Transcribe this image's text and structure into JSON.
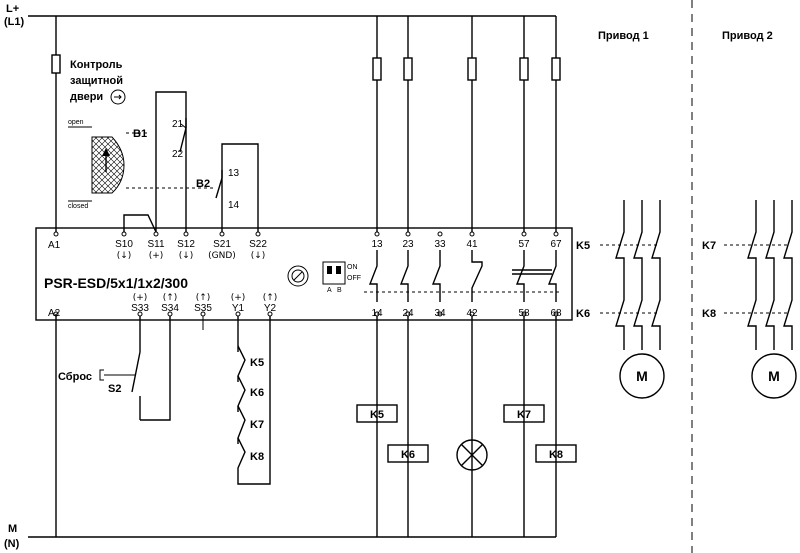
{
  "rails": {
    "top": "L+",
    "top_sub": "(L1)",
    "bottom": "M",
    "bottom_sub": "(N)"
  },
  "drives": {
    "drive1": "Привод 1",
    "drive2": "Привод 2"
  },
  "door": {
    "line1": "Контроль",
    "line2": "защитной",
    "line3": "двери",
    "open": "open",
    "closed": "closed"
  },
  "switches": {
    "b1": "B1",
    "b1_t1": "21",
    "b1_t2": "22",
    "b2": "B2",
    "b2_t1": "13",
    "b2_t2": "14"
  },
  "module": {
    "name": "PSR-ESD/5x1/1x2/300",
    "a1": "A1",
    "a2": "A2",
    "top_terminals": [
      {
        "label": "S10",
        "sub": "(↓)"
      },
      {
        "label": "S11",
        "sub": "(+)"
      },
      {
        "label": "S12",
        "sub": "(↓)"
      },
      {
        "label": "S21",
        "sub": "(GND)"
      },
      {
        "label": "S22",
        "sub": "(↓)"
      }
    ],
    "bottom_terminals": [
      {
        "label": "S33",
        "sub": "(+)"
      },
      {
        "label": "S34",
        "sub": "(↑)"
      },
      {
        "label": "S35",
        "sub": "(↑)"
      },
      {
        "label": "Y1",
        "sub": "(+)"
      },
      {
        "label": "Y2",
        "sub": "(↑)"
      }
    ],
    "contacts_top": [
      "13",
      "23",
      "33",
      "41",
      "57",
      "67"
    ],
    "contacts_bottom": [
      "14",
      "24",
      "34",
      "42",
      "58",
      "68"
    ],
    "dip_on": "ON",
    "dip_off": "OFF",
    "dip_a": "A",
    "dip_b": "B"
  },
  "reset": {
    "label": "Сброс",
    "switch": "S2"
  },
  "feedback": [
    "K5",
    "K6",
    "K7",
    "K8"
  ],
  "coils": [
    "K5",
    "K6",
    "K7",
    "K8"
  ],
  "motor_refs": {
    "k5": "K5",
    "k6": "K6",
    "k7": "K7",
    "k8": "K8"
  },
  "motor": "M"
}
